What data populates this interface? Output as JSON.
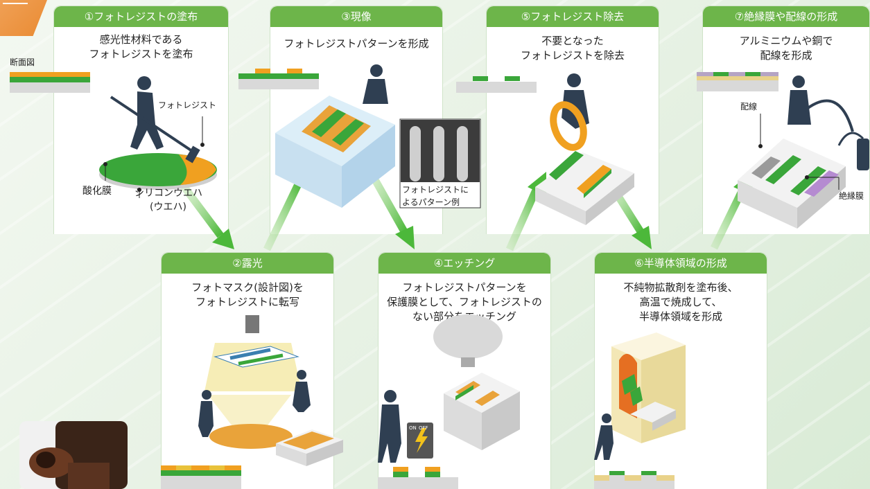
{
  "steps": [
    {
      "title": "①フォトレジストの塗布",
      "desc": "感光性材料である\nフォトレジストを塗布"
    },
    {
      "title": "②露光",
      "desc": "フォトマスク(設計図)を\nフォトレジストに転写"
    },
    {
      "title": "③現像",
      "desc": "フォトレジストパターンを形成"
    },
    {
      "title": "④エッチング",
      "desc": "フォトレジストパターンを\n保護膜として、フォトレジストの\nない部分をエッチング"
    },
    {
      "title": "⑤フォトレジスト除去",
      "desc": "不要となった\nフォトレジストを除去"
    },
    {
      "title": "⑥半導体領域の形成",
      "desc": "不純物拡散剤を塗布後、\n高温で焼成して、\n半導体領域を形成"
    },
    {
      "title": "⑦絶縁膜や配線の形成",
      "desc": "アルミニウムや銅で\n配線を形成"
    }
  ],
  "labels": {
    "cross_section": "断面図",
    "photoresist": "フォトレジスト",
    "oxide": "酸化膜",
    "wafer_line1": "シリコンウエハ",
    "wafer_line2": "(ウエハ)",
    "pattern_line1": "フォトレジストに",
    "pattern_line2": "よるパターン例",
    "wiring": "配線",
    "insulator": "絶縁膜",
    "on": "ON",
    "off": "OFF"
  },
  "colors": {
    "header": "#6db54a",
    "resist": "#f0a020",
    "oxide": "#3aa63a",
    "wafer": "#d9d9d9",
    "arrow": "#5cbf4a",
    "figure": "#2f3f52",
    "metal": "#b58bd1"
  }
}
